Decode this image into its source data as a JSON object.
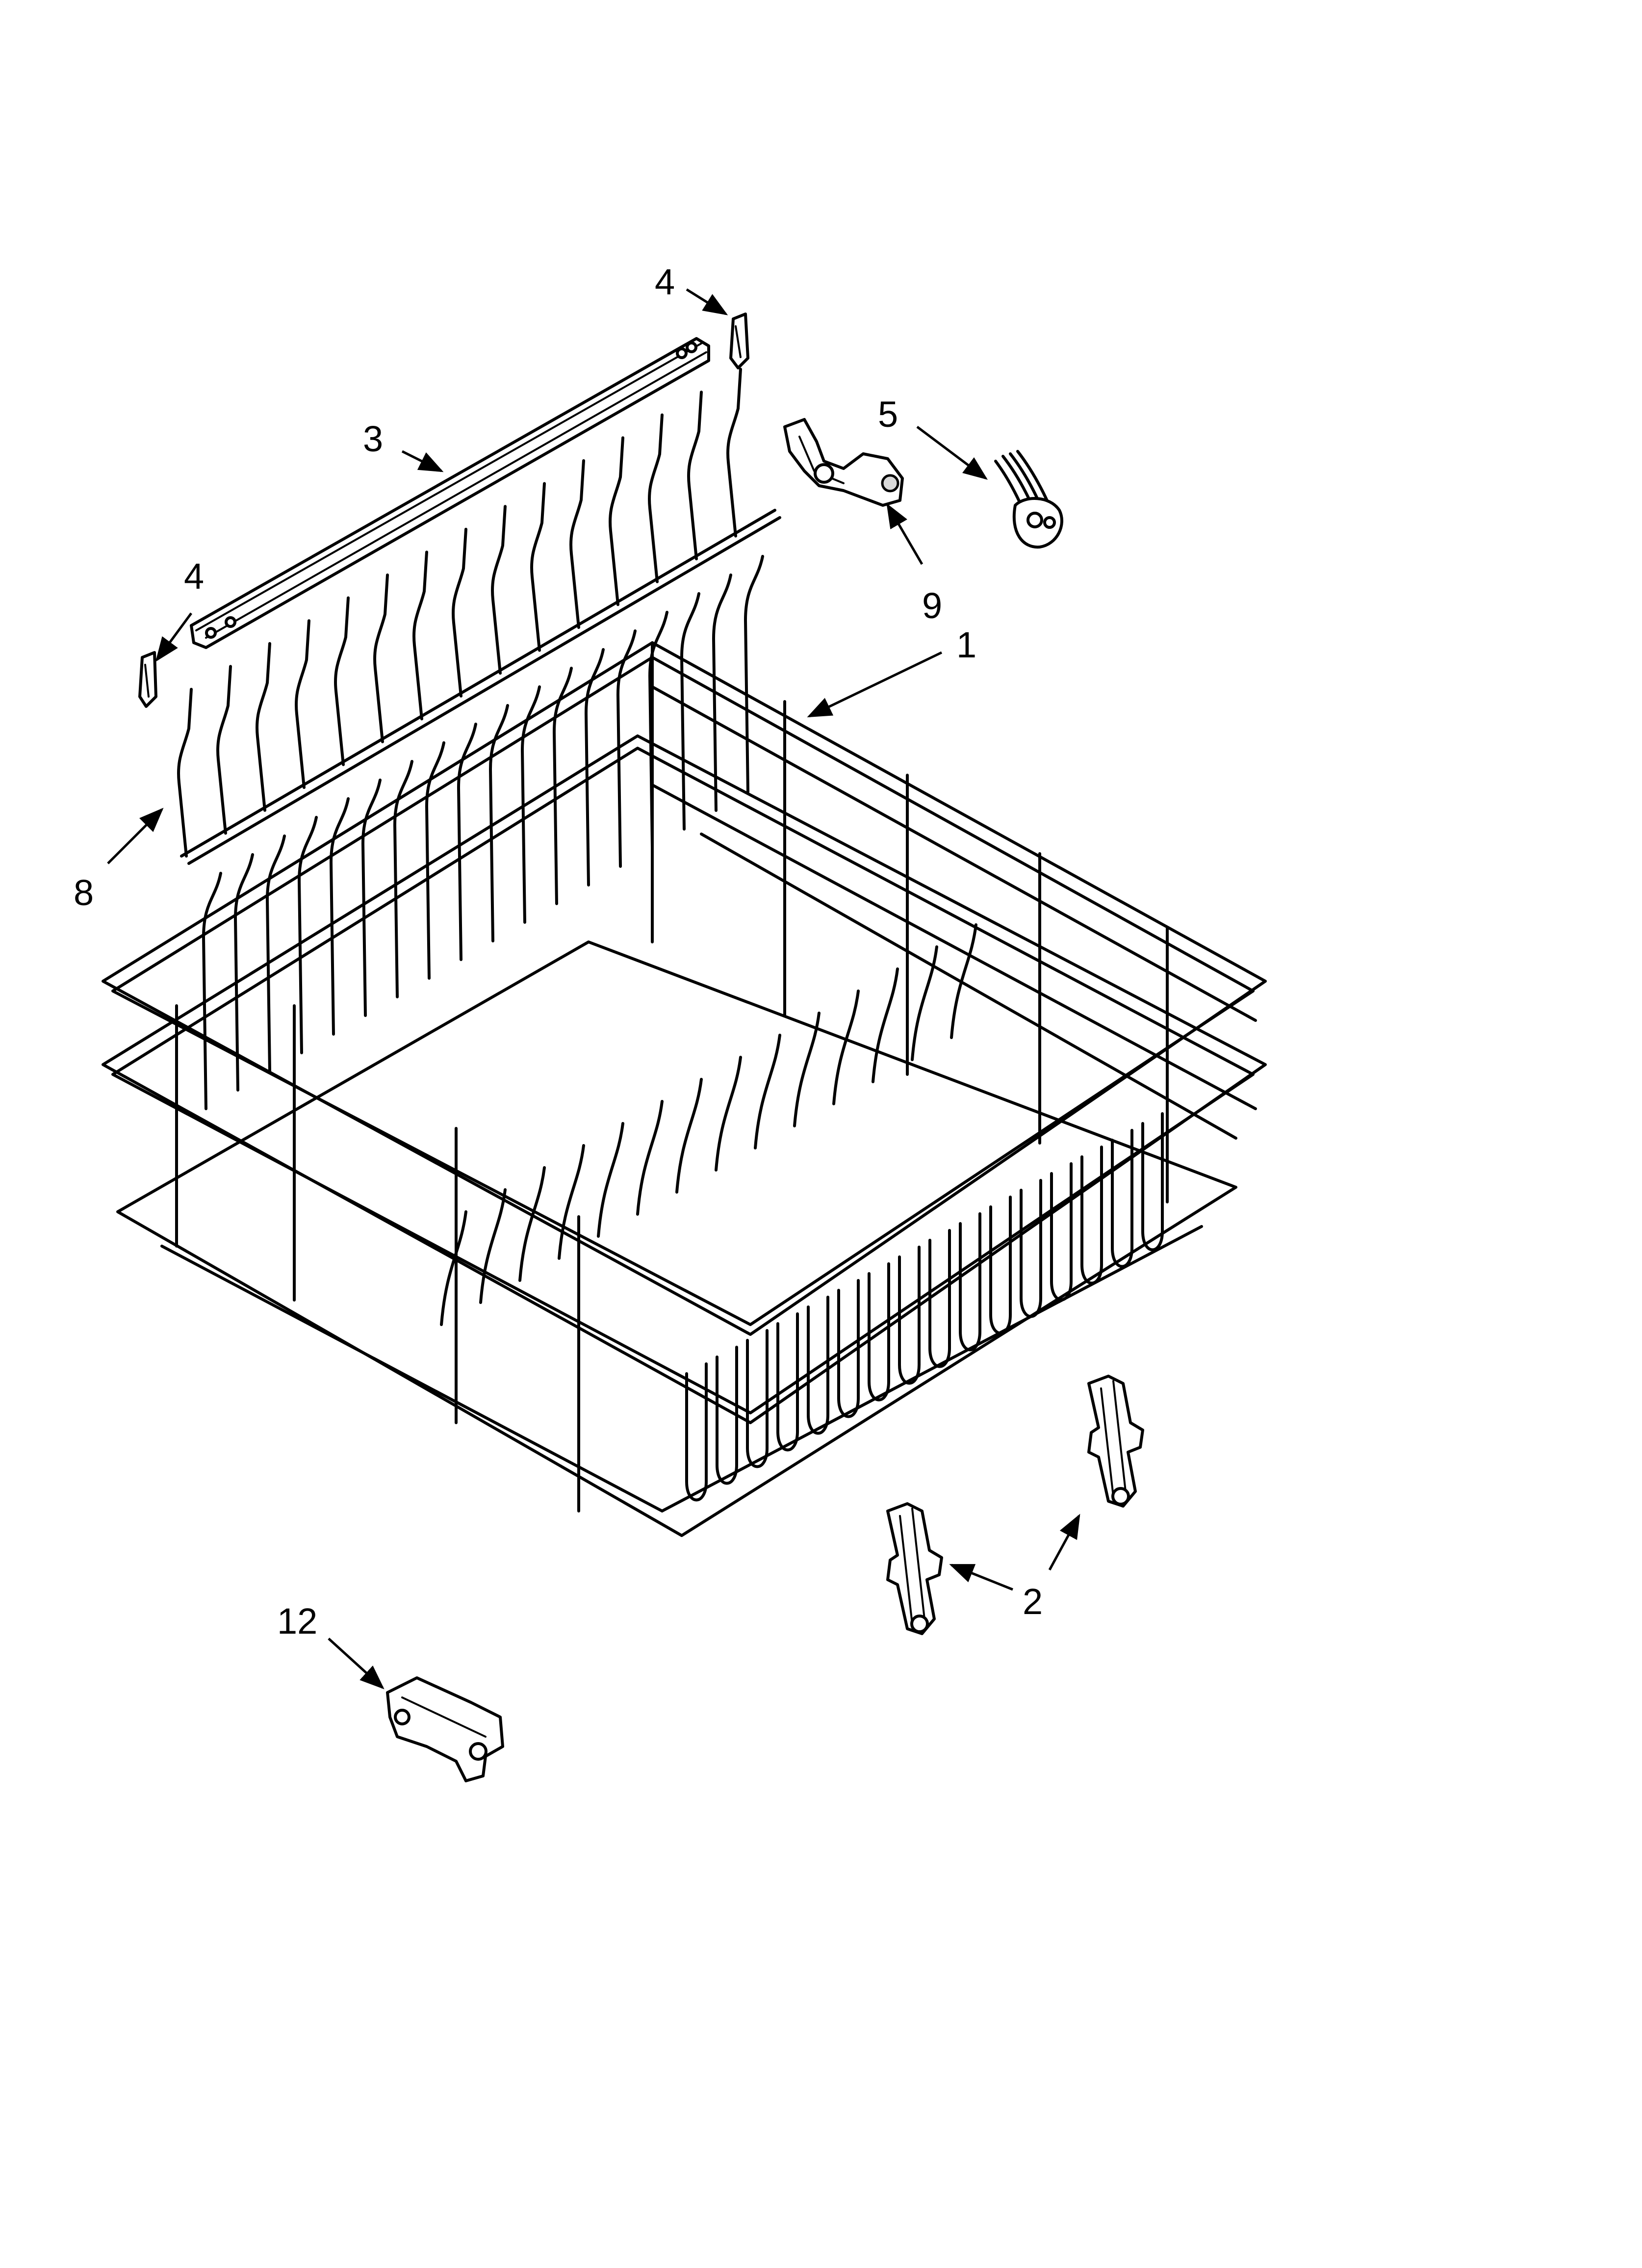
{
  "diagram": {
    "colors": {
      "line": "#000000",
      "background": "#ffffff",
      "shade": "#d9d9d9"
    },
    "callouts": [
      {
        "id": "c-1",
        "label": "1",
        "part": "rack"
      },
      {
        "id": "c-2",
        "label": "2",
        "part": "roller-adjuster"
      },
      {
        "id": "c-3",
        "label": "3",
        "part": "rail-track"
      },
      {
        "id": "c-4a",
        "label": "4",
        "part": "clip-left"
      },
      {
        "id": "c-4b",
        "label": "4",
        "part": "clip-right"
      },
      {
        "id": "c-5",
        "label": "5",
        "part": "wire-spring"
      },
      {
        "id": "c-8",
        "label": "8",
        "part": "tine-row"
      },
      {
        "id": "c-9",
        "label": "9",
        "part": "bracket"
      },
      {
        "id": "c-12",
        "label": "12",
        "part": "end-cap"
      }
    ]
  }
}
